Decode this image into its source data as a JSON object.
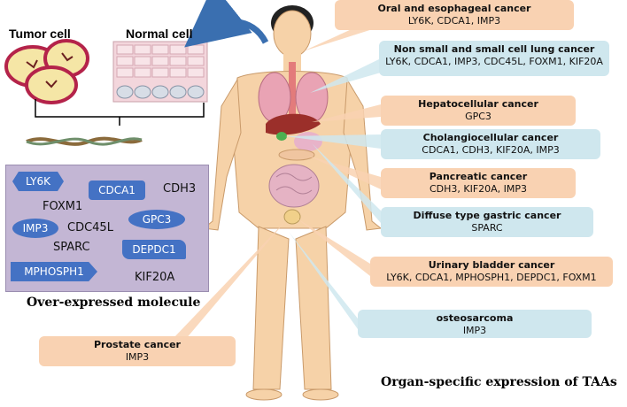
{
  "cells": {
    "tumor_title": "Tumor cell",
    "normal_title": "Normal cell"
  },
  "molecules": {
    "caption": "Over-expressed molecule",
    "shapes": [
      "LY6K",
      "CDCA1",
      "GPC3",
      "IMP3",
      "DEPDC1",
      "MPHOSPH1"
    ],
    "plain": [
      "CDH3",
      "FOXM1",
      "CDC45L",
      "SPARC",
      "KIF20A"
    ]
  },
  "cancers": [
    {
      "title": "Oral and esophageal cancer",
      "genes": "LY6K, CDCA1, IMP3",
      "tone": "orange"
    },
    {
      "title": "Non small and small cell lung cancer",
      "genes": "LY6K, CDCA1, IMP3, CDC45L, FOXM1, KIF20A",
      "tone": "blue"
    },
    {
      "title": "Hepatocellular cancer",
      "genes": "GPC3",
      "tone": "orange"
    },
    {
      "title": "Cholangiocellular cancer",
      "genes": "CDCA1, CDH3, KIF20A, IMP3",
      "tone": "blue"
    },
    {
      "title": "Pancreatic cancer",
      "genes": "CDH3, KIF20A, IMP3",
      "tone": "orange"
    },
    {
      "title": "Diffuse type gastric cancer",
      "genes": "SPARC",
      "tone": "blue"
    },
    {
      "title": "Urinary bladder cancer",
      "genes": "LY6K, CDCA1, MPHOSPH1, DEPDC1, FOXM1",
      "tone": "orange"
    },
    {
      "title": "osteosarcoma",
      "genes": "IMP3",
      "tone": "blue"
    },
    {
      "title": "Prostate cancer",
      "genes": "IMP3",
      "tone": "orange"
    }
  ],
  "caption_right": "Organ-specific expression of TAAs",
  "colors": {
    "orange_box": "#f9d2b2",
    "blue_box": "#cfe7ee",
    "panel": "#c3b6d4",
    "shape": "#4472c4",
    "arrow": "#3a6fb0"
  }
}
